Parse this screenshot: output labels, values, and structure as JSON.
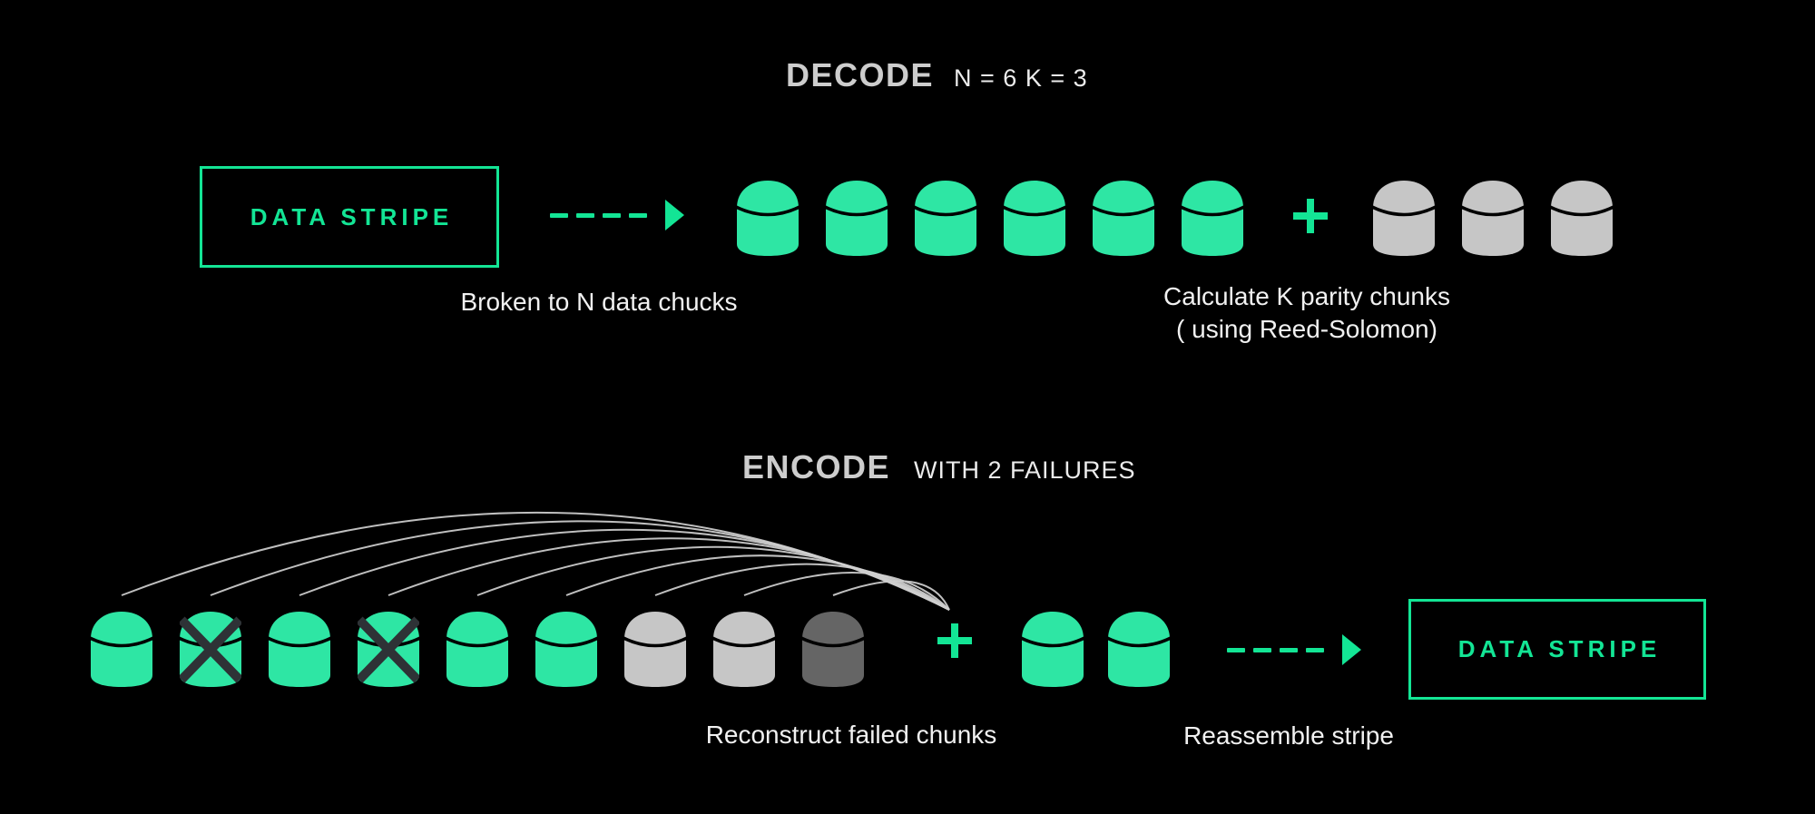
{
  "colors": {
    "background": "#000000",
    "chunk_green": "#2EE6A4",
    "chunk_gray": "#C6C6C6",
    "chunk_dark": "#656565",
    "x_mark": "#2E3236",
    "accent_green": "#13E595",
    "arc_line": "#CFCFCF",
    "title_text": "#CDCDCD",
    "subtitle_text": "#ECECEC",
    "label_text": "#F1F1F1"
  },
  "icons": {
    "chunk": "database-cylinder",
    "failed_overlay": "x-mark",
    "plus": "+",
    "arrow": "dashed-arrow-right",
    "arcs": "reconstruction-arcs"
  },
  "decode_section": {
    "title": "DECODE",
    "subtitle": "N = 6 K = 3",
    "stripe_box_label": "DATA STRIPE",
    "arrow_caption": "Broken to N data chucks",
    "data_chunks": [
      "data",
      "data",
      "data",
      "data",
      "data",
      "data"
    ],
    "plus_symbol": "+",
    "parity_chunks": [
      "parity",
      "parity",
      "parity"
    ],
    "parity_caption_line1": "Calculate K parity chunks",
    "parity_caption_line2": "( using Reed-Solomon)"
  },
  "encode_section": {
    "title": "ENCODE",
    "subtitle": "WITH 2 FAILURES",
    "chunks": [
      "data",
      "failed",
      "data",
      "failed",
      "data",
      "data",
      "parity",
      "parity",
      "dark"
    ],
    "plus_symbol": "+",
    "recovered_chunks": [
      "data",
      "data"
    ],
    "reconstruct_caption": "Reconstruct failed chunks",
    "arrow_caption": "Reassemble stripe",
    "stripe_box_label": "DATA STRIPE"
  }
}
